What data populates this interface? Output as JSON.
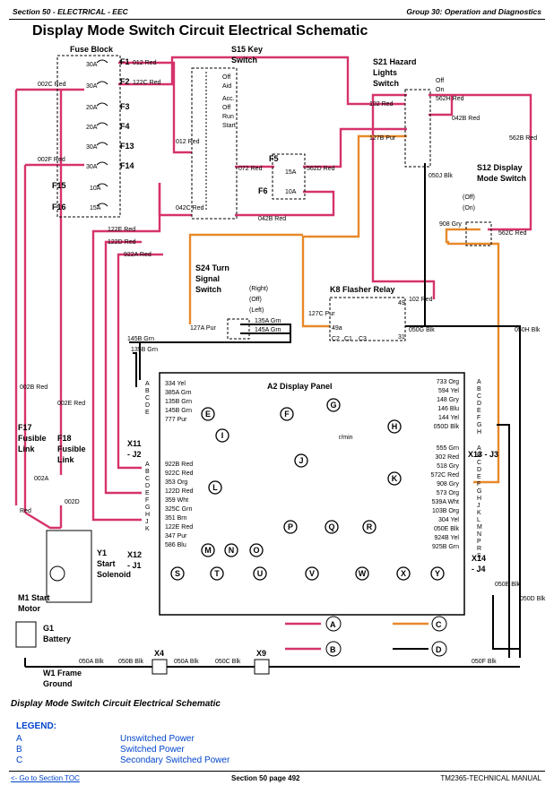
{
  "header": {
    "section": "Section 50 - ELECTRICAL - EEC",
    "group": "Group 30: Operation and Diagnostics"
  },
  "title": "Display Mode Switch Circuit Electrical Schematic",
  "caption": "Display Mode Switch Circuit Electrical Schematic",
  "legend": {
    "title": "LEGEND:",
    "items": [
      {
        "key": "A",
        "text": "Unswitched Power"
      },
      {
        "key": "B",
        "text": "Switched Power"
      },
      {
        "key": "C",
        "text": "Secondary Switched Power"
      }
    ]
  },
  "footer": {
    "toc_link": "<- Go to Section TOC",
    "page": "Section 50 page 492",
    "manual": "TM2365-TECHNICAL MANUAL"
  },
  "colors": {
    "unswitched": "#d6336c",
    "switched": "#d6336c",
    "secondary": "#e8892b",
    "ground": "#000000"
  },
  "components": {
    "fuse_block": "Fuse Block",
    "s15": [
      "S15 Key",
      "Switch"
    ],
    "s21": [
      "S21 Hazard",
      "Lights",
      "Switch"
    ],
    "s12": [
      "S12 Display",
      "Mode Switch"
    ],
    "s24": [
      "S24 Turn",
      "Signal",
      "Switch"
    ],
    "k8": "K8 Flasher Relay",
    "a2": "A2 Display Panel",
    "f17": [
      "F17",
      "Fusible",
      "Link"
    ],
    "f18": [
      "F18",
      "Fusible",
      "Link"
    ],
    "y1": [
      "Y1",
      "Start",
      "Solenoid"
    ],
    "m1": [
      "M1 Start",
      "Motor"
    ],
    "g1": [
      "G1",
      "Battery"
    ],
    "w1": [
      "W1 Frame",
      "Ground"
    ],
    "x4": "X4",
    "x9": "X9",
    "x11": [
      "X11",
      "- J2"
    ],
    "x12": [
      "X12",
      "- J1"
    ],
    "x13": "X13 - J3",
    "x14": [
      "X14",
      "- J4"
    ],
    "f5": "F5",
    "f6": "F6"
  },
  "fuses": [
    {
      "name": "F1",
      "rating": "30A",
      "wire": "012 Red"
    },
    {
      "name": "F2",
      "rating": "30A",
      "wire": "122C Red"
    },
    {
      "name": "F3",
      "rating": "20A",
      "wire": ""
    },
    {
      "name": "F4",
      "rating": "20A",
      "wire": ""
    },
    {
      "name": "F13",
      "rating": "30A",
      "wire": ""
    },
    {
      "name": "F14",
      "rating": "30A",
      "wire": ""
    },
    {
      "name": "F15",
      "rating": "10A",
      "wire": ""
    },
    {
      "name": "F16",
      "rating": "15A",
      "wire": ""
    }
  ],
  "key_switch_positions": [
    "Off",
    "Aid",
    "Acc.",
    "Off",
    "Run",
    "Start"
  ],
  "turn_positions": [
    "(Right)",
    "(Off)",
    "(Left)"
  ],
  "mode_positions": [
    "(Off)",
    "(On)"
  ],
  "hazard_positions": [
    "Off",
    "On"
  ],
  "wires": {
    "w002c": "002C Red",
    "w002f": "002F Red",
    "w002b": "002B Red",
    "w002e": "002E Red",
    "w002a": "002A",
    "w002d": "002D",
    "wred": "Red",
    "w012": "012 Red",
    "w042c": "042C Red",
    "w072": "072 Red",
    "w562d": "562D Red",
    "w042b": "042B Red",
    "w042b2": "042B Red",
    "w102": "102 Red",
    "w562h": "562H Red",
    "w127b": "127B Pur",
    "w562b": "562B Red",
    "w050j": "050J Blk",
    "w908": "908 Gry",
    "w562c": "562C Red",
    "w122e": "122E Red",
    "w122d": "122D Red",
    "w922a": "922A Red",
    "w127a": "127A Pur",
    "w135a": "135A Grn",
    "w145a": "145A Grn",
    "w145b": "145B Grn",
    "w135b": "135B Grn",
    "w127c": "127C Pur",
    "w102b": "102 Red",
    "w050g": "050G Blk",
    "w050h": "050H Blk",
    "w050e": "050E Blk",
    "w050d": "050D Blk",
    "w050f": "050F Blk",
    "w050a": "050A Blk",
    "w050b": "050B Blk",
    "w050a2": "050A Blk",
    "w050c": "050C Blk"
  },
  "f5": {
    "rating": "15A"
  },
  "f6": {
    "rating": "10A"
  },
  "k8_pins": [
    "49a",
    "49",
    "31",
    "C2",
    "C1",
    "C3"
  ],
  "x11_wires": [
    "334 Yel",
    "385A Grn",
    "135B Grn",
    "145B Grn",
    "777 Pur"
  ],
  "x12_wires": [
    "922B Red",
    "922C Red",
    "353 Org",
    "122D Red",
    "359 Wht",
    "325C Grn",
    "351 Brn",
    "122E Red",
    "347 Pur",
    "586 Blu"
  ],
  "x13_wires": [
    "733 Org",
    "594 Yel",
    "148 Gry",
    "146 Blu",
    "144 Yel",
    "050D Blk"
  ],
  "x14_wires": [
    "555 Grn",
    "302 Red",
    "518 Gry",
    "572C Red",
    "908 Gry",
    "573 Org",
    "539A Wht",
    "103B Org",
    "304 Yel",
    "050E Blk",
    "924B Yel",
    "925B Grn"
  ],
  "x11_pins": [
    "A",
    "B",
    "C",
    "D",
    "E"
  ],
  "x12_pins": [
    "A",
    "B",
    "C",
    "D",
    "E",
    "F",
    "G",
    "H",
    "J",
    "K"
  ],
  "x13_pins": [
    "A",
    "B",
    "C",
    "D",
    "E",
    "F",
    "G",
    "H"
  ],
  "x14_pins": [
    "A",
    "B",
    "C",
    "D",
    "E",
    "F",
    "G",
    "H",
    "J",
    "K",
    "L",
    "M",
    "N",
    "P",
    "R",
    "S"
  ],
  "panel_indicators": [
    "E",
    "F",
    "G",
    "H",
    "I",
    "J",
    "K",
    "L",
    "M",
    "N",
    "O",
    "P",
    "Q",
    "R",
    "S",
    "T",
    "U",
    "V",
    "W",
    "X",
    "Y"
  ],
  "gauge_unit": "r/min",
  "diagram_legend": [
    "A",
    "B",
    "C",
    "D"
  ]
}
